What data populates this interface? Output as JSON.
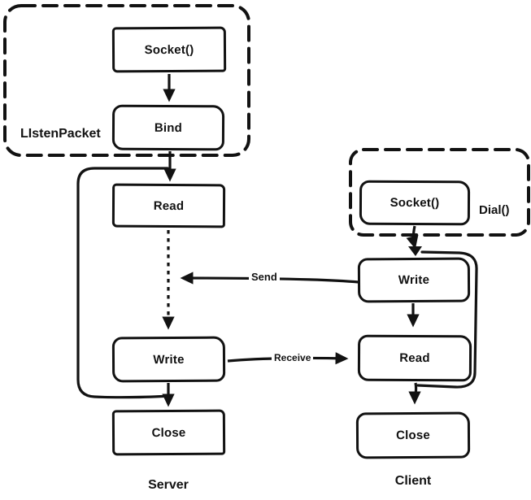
{
  "colors": {
    "stroke": "#121212",
    "background": "#ffffff"
  },
  "diagram": {
    "server": {
      "column_label": "Server",
      "group_label": "LIstenPacket",
      "nodes": {
        "socket": "Socket()",
        "bind": "Bind",
        "read": "Read",
        "write": "Write",
        "close": "Close"
      }
    },
    "client": {
      "column_label": "Client",
      "group_label": "Dial()",
      "nodes": {
        "socket": "Socket()",
        "write": "Write",
        "read": "Read",
        "close": "Close"
      }
    },
    "edges": {
      "send": "Send",
      "receive": "Receive"
    }
  }
}
